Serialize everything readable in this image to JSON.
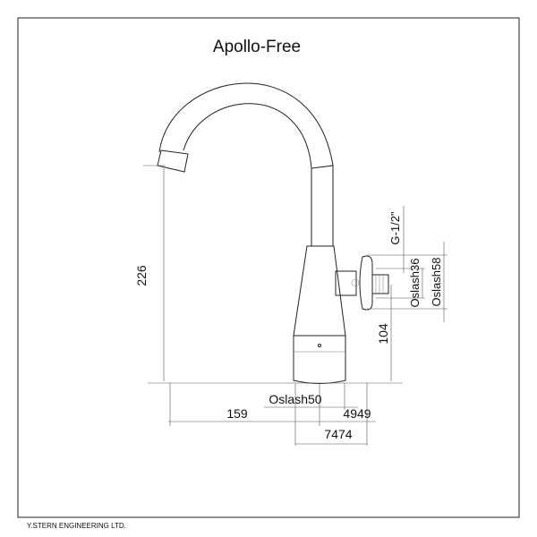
{
  "title": "Apollo-Free",
  "footer": "Y.STERN ENGINEERING LTD.",
  "dimensions": {
    "height_total": "226",
    "height_inlet": "104",
    "thread": "G-1/2\"",
    "flange_dia_a": "Oslash58",
    "flange_dia_b": "Oslash36",
    "base_dia": "Oslash50",
    "reach": "159",
    "offset": "4949",
    "base_width": "7474"
  }
}
